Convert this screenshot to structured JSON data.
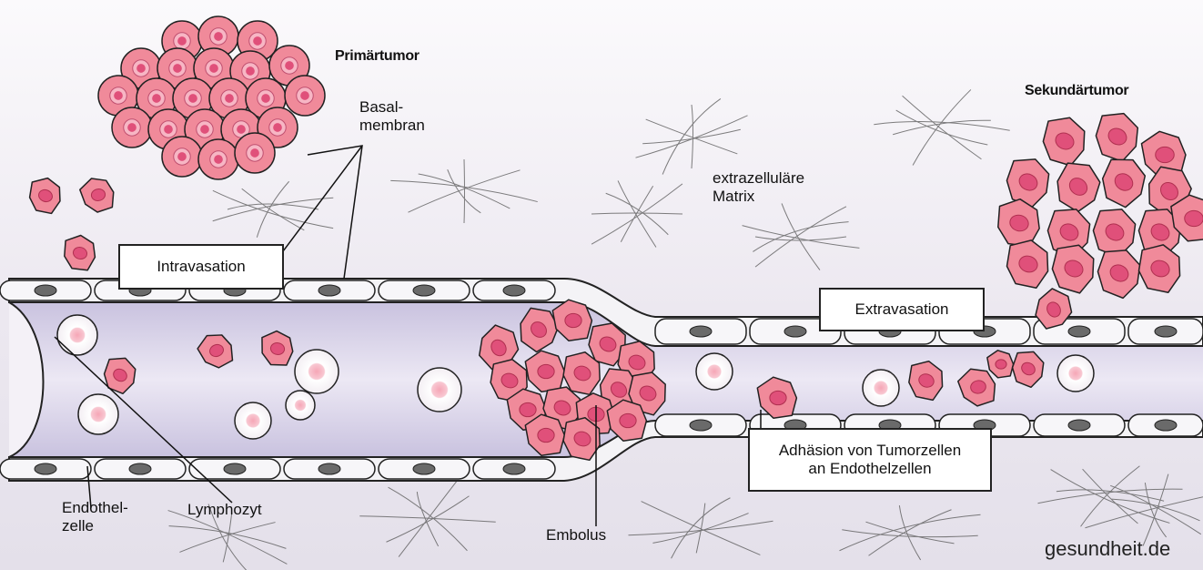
{
  "labels": {
    "primary_tumor": "Primärtumor",
    "basal_membrane": "Basal-\nmembran",
    "intravasation": "Intravasation",
    "extracellular_matrix": "extrazelluläre\nMatrix",
    "secondary_tumor": "Sekundärtumor",
    "extravasation": "Extravasation",
    "adhesion": "Adhäsion von Tumorzellen\nan Endothelzellen",
    "endothelial_cell": "Endothel-\nzelle",
    "lymphocyte": "Lymphozyt",
    "embolus": "Embolus"
  },
  "watermark": "gesundheit.de",
  "colors": {
    "tumor_cell": "#f08a9a",
    "tumor_nucleus": "#e0507a",
    "vessel_lumen": "#d8d0ea",
    "endothelial_nucleus": "#6a6a6a",
    "outline": "#222222"
  }
}
